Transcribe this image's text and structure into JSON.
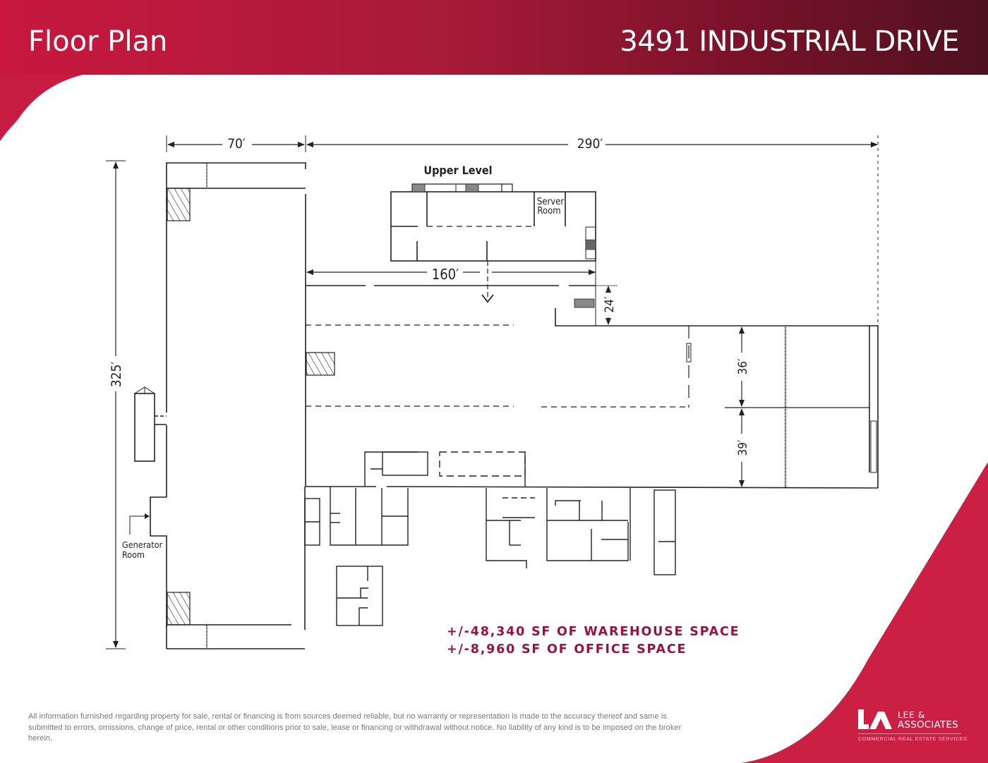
{
  "header": {
    "title": "Floor Plan",
    "address": "3491 INDUSTRIAL DRIVE"
  },
  "colors": {
    "brand_red": "#c8183f",
    "brand_dark": "#4e1120",
    "accent_text": "#9a1140"
  },
  "floor_plan": {
    "dimensions": {
      "width_left": "70′",
      "width_right": "290′",
      "height_total": "325′",
      "upper_level_width": "160′",
      "upper_offset": "24′",
      "bay_upper": "36′",
      "bay_lower": "39′"
    },
    "labels": {
      "upper_level": "Upper Level",
      "server_room_line1": "Server",
      "server_room_line2": "Room",
      "generator_room_line1": "Generator",
      "generator_room_line2": "Room"
    }
  },
  "summary": {
    "warehouse": "+/-48,340 SF OF WAREHOUSE SPACE",
    "office": "+/-8,960 SF OF OFFICE SPACE"
  },
  "disclaimer": "All information furnished regarding property for sale, rental or financing is from sources deemed reliable, but no warranty or representation is made to the accuracy thereof and same is submitted to errors, omissions, change of price, rental or other conditions prior to sale, lease or financing or withdrawal without notice. No liability of any kind is to be imposed on the broker herein.",
  "logo": {
    "line1": "LEE &",
    "line2": "ASSOCIATES",
    "tagline": "COMMERCIAL REAL ESTATE SERVICES"
  }
}
